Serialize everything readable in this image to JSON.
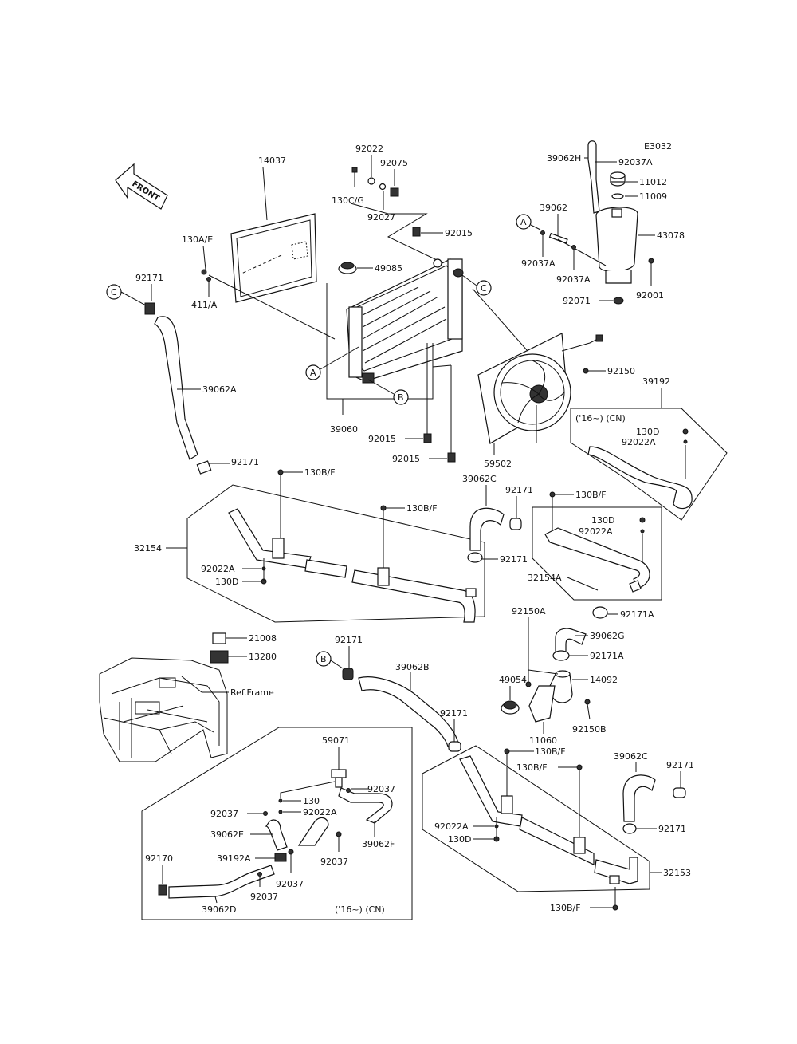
{
  "diagram_code": "E3032",
  "front_label": "FRONT",
  "callouts": {
    "a": "A",
    "b": "B",
    "c": "C"
  },
  "notes": {
    "cn_top": "('16~) (CN)",
    "cn_bottom": "('16~) (CN)",
    "ref_frame": "Ref.Frame"
  },
  "parts": {
    "p14037": "14037",
    "p130ae": "130A/E",
    "p411a": "411/A",
    "p92171_c": "92171",
    "p39062a": "39062A",
    "p92022_top": "92022",
    "p92075": "92075",
    "p130cg": "130C/G",
    "p92027": "92027",
    "p92015_top": "92015",
    "p49085": "49085",
    "p39060": "39060",
    "p92015_mid": "92015",
    "p92015_bot": "92015",
    "p39062h": "39062H",
    "p92037a_top": "92037A",
    "p11012": "11012",
    "p11009": "11009",
    "p39062": "39062",
    "p43078": "43078",
    "p92037a_left": "92037A",
    "p92037a_mid": "92037A",
    "p92001": "92001",
    "p92071": "92071",
    "p92150": "92150",
    "p39192": "39192",
    "p59502": "59502",
    "p130d_cn": "130D",
    "p92022a_cn": "92022A",
    "p92171_upper": "92171",
    "p130bf_1": "130B/F",
    "p130bf_2": "130B/F",
    "p32154": "32154",
    "p92022a_l": "92022A",
    "p130d_l": "130D",
    "p39062c_top": "39062C",
    "p92171_mid": "92171",
    "p130bf_3": "130B/F",
    "p92171_clamp": "92171",
    "p130d_r": "130D",
    "p92022a_r": "92022A",
    "p32154a": "32154A",
    "p92171a": "92171A",
    "p92150a": "92150A",
    "p39062g": "39062G",
    "p92171a_2": "92171A",
    "p49054": "49054",
    "p14092": "14092",
    "p11060": "11060",
    "p92150b": "92150B",
    "p21008": "21008",
    "p13280": "13280",
    "p92171_b": "92171",
    "p39062b": "39062B",
    "p92171_lower": "92171",
    "p130bf_4": "130B/F",
    "p130bf_5": "130B/F",
    "p39062c_bot": "39062C",
    "p92171_br": "92171",
    "p92171_br2": "92171",
    "p92022a_b": "92022A",
    "p130d_b": "130D",
    "p32153": "32153",
    "p130bf_6": "130B/F",
    "p59071": "59071",
    "p92037_1": "92037",
    "p130": "130",
    "p92037_2": "92037",
    "p92022a_cn2": "92022A",
    "p39062e": "39062E",
    "p39062f": "39062F",
    "p92037_3": "92037",
    "p39192a": "39192A",
    "p92037_4": "92037",
    "p92170": "92170",
    "p92037_5": "92037",
    "p39062d": "39062D"
  }
}
